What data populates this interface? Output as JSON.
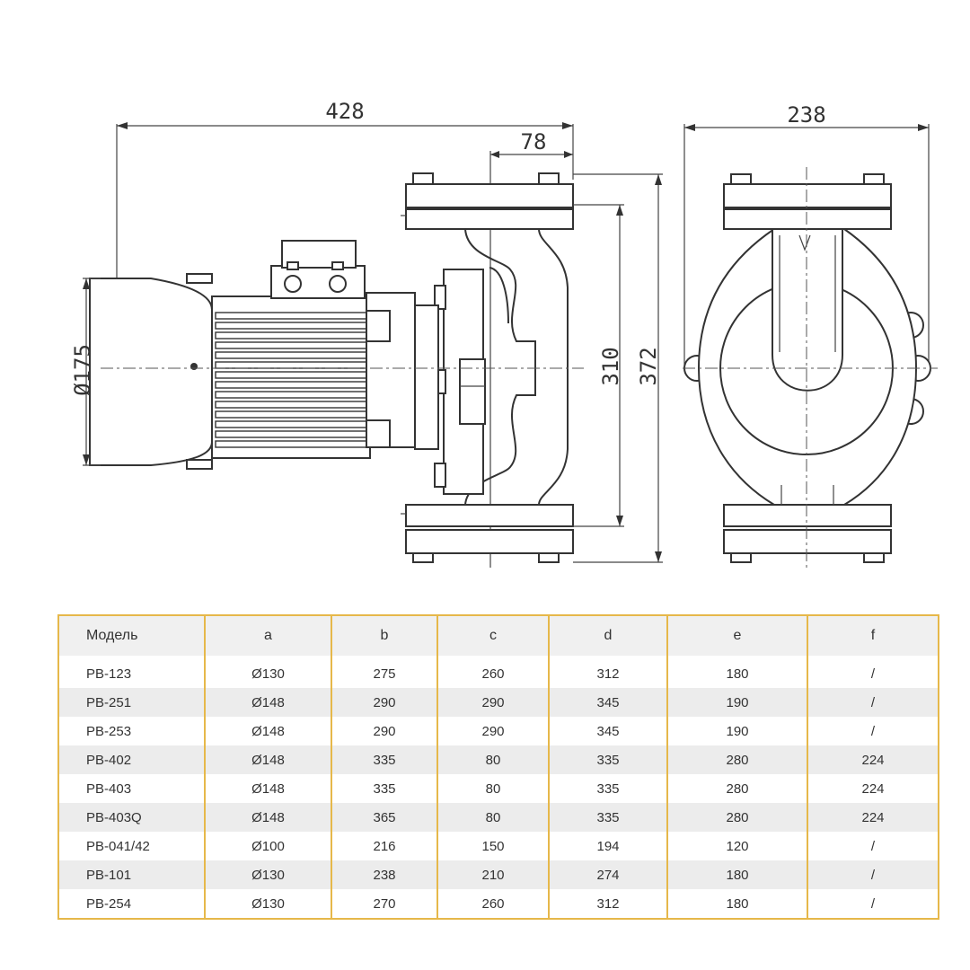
{
  "drawing": {
    "dimensions": {
      "overall_length": "428",
      "inlet_offset": "78",
      "motor_diameter": "Ø175",
      "inner_height": "310",
      "total_height": "372",
      "side_width": "238"
    }
  },
  "table": {
    "headers": [
      "Модель",
      "a",
      "b",
      "c",
      "d",
      "e",
      "f"
    ],
    "rows": [
      [
        "PB-123",
        "Ø130",
        "275",
        "260",
        "312",
        "180",
        "/"
      ],
      [
        "PB-251",
        "Ø148",
        "290",
        "290",
        "345",
        "190",
        "/"
      ],
      [
        "PB-253",
        "Ø148",
        "290",
        "290",
        "345",
        "190",
        "/"
      ],
      [
        "PB-402",
        "Ø148",
        "335",
        "80",
        "335",
        "280",
        "224"
      ],
      [
        "PB-403",
        "Ø148",
        "335",
        "80",
        "335",
        "280",
        "224"
      ],
      [
        "PB-403Q",
        "Ø148",
        "365",
        "80",
        "335",
        "280",
        "224"
      ],
      [
        "PB-041/42",
        "Ø100",
        "216",
        "150",
        "194",
        "120",
        "/"
      ],
      [
        "PB-101",
        "Ø130",
        "238",
        "210",
        "274",
        "180",
        "/"
      ],
      [
        "PB-254",
        "Ø130",
        "270",
        "260",
        "312",
        "180",
        "/"
      ]
    ]
  }
}
